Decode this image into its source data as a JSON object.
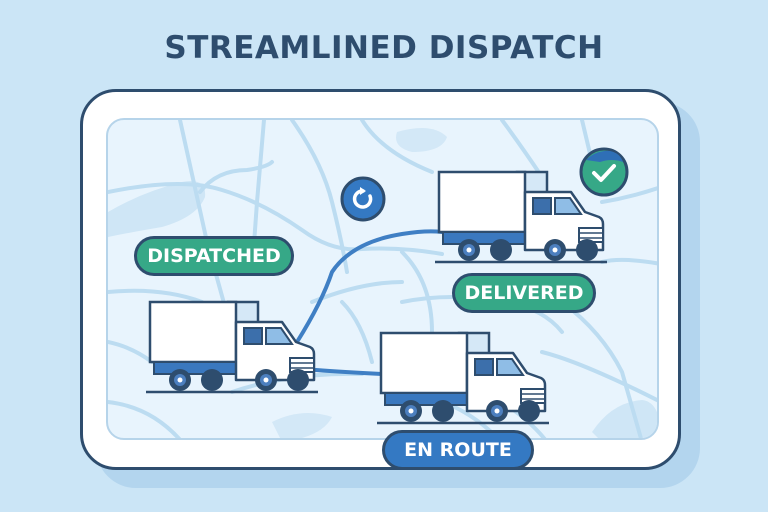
{
  "header": {
    "title": "STREAMLINED DISPATCH"
  },
  "badges": {
    "dispatched": "DISPATCHED",
    "delivered": "DELIVERED",
    "en_route": "EN ROUTE"
  },
  "icons": {
    "sync": "sync-icon",
    "check": "check-circle-icon",
    "truck": "truck-icon"
  },
  "colors": {
    "background": "#cbe5f6",
    "title": "#2e4d6e",
    "outline": "#2e4d6e",
    "green": "#36a887",
    "blue": "#3479c3",
    "map": "#e8f4fd",
    "road": "#b9dbf1",
    "route": "#3f7fc4"
  }
}
